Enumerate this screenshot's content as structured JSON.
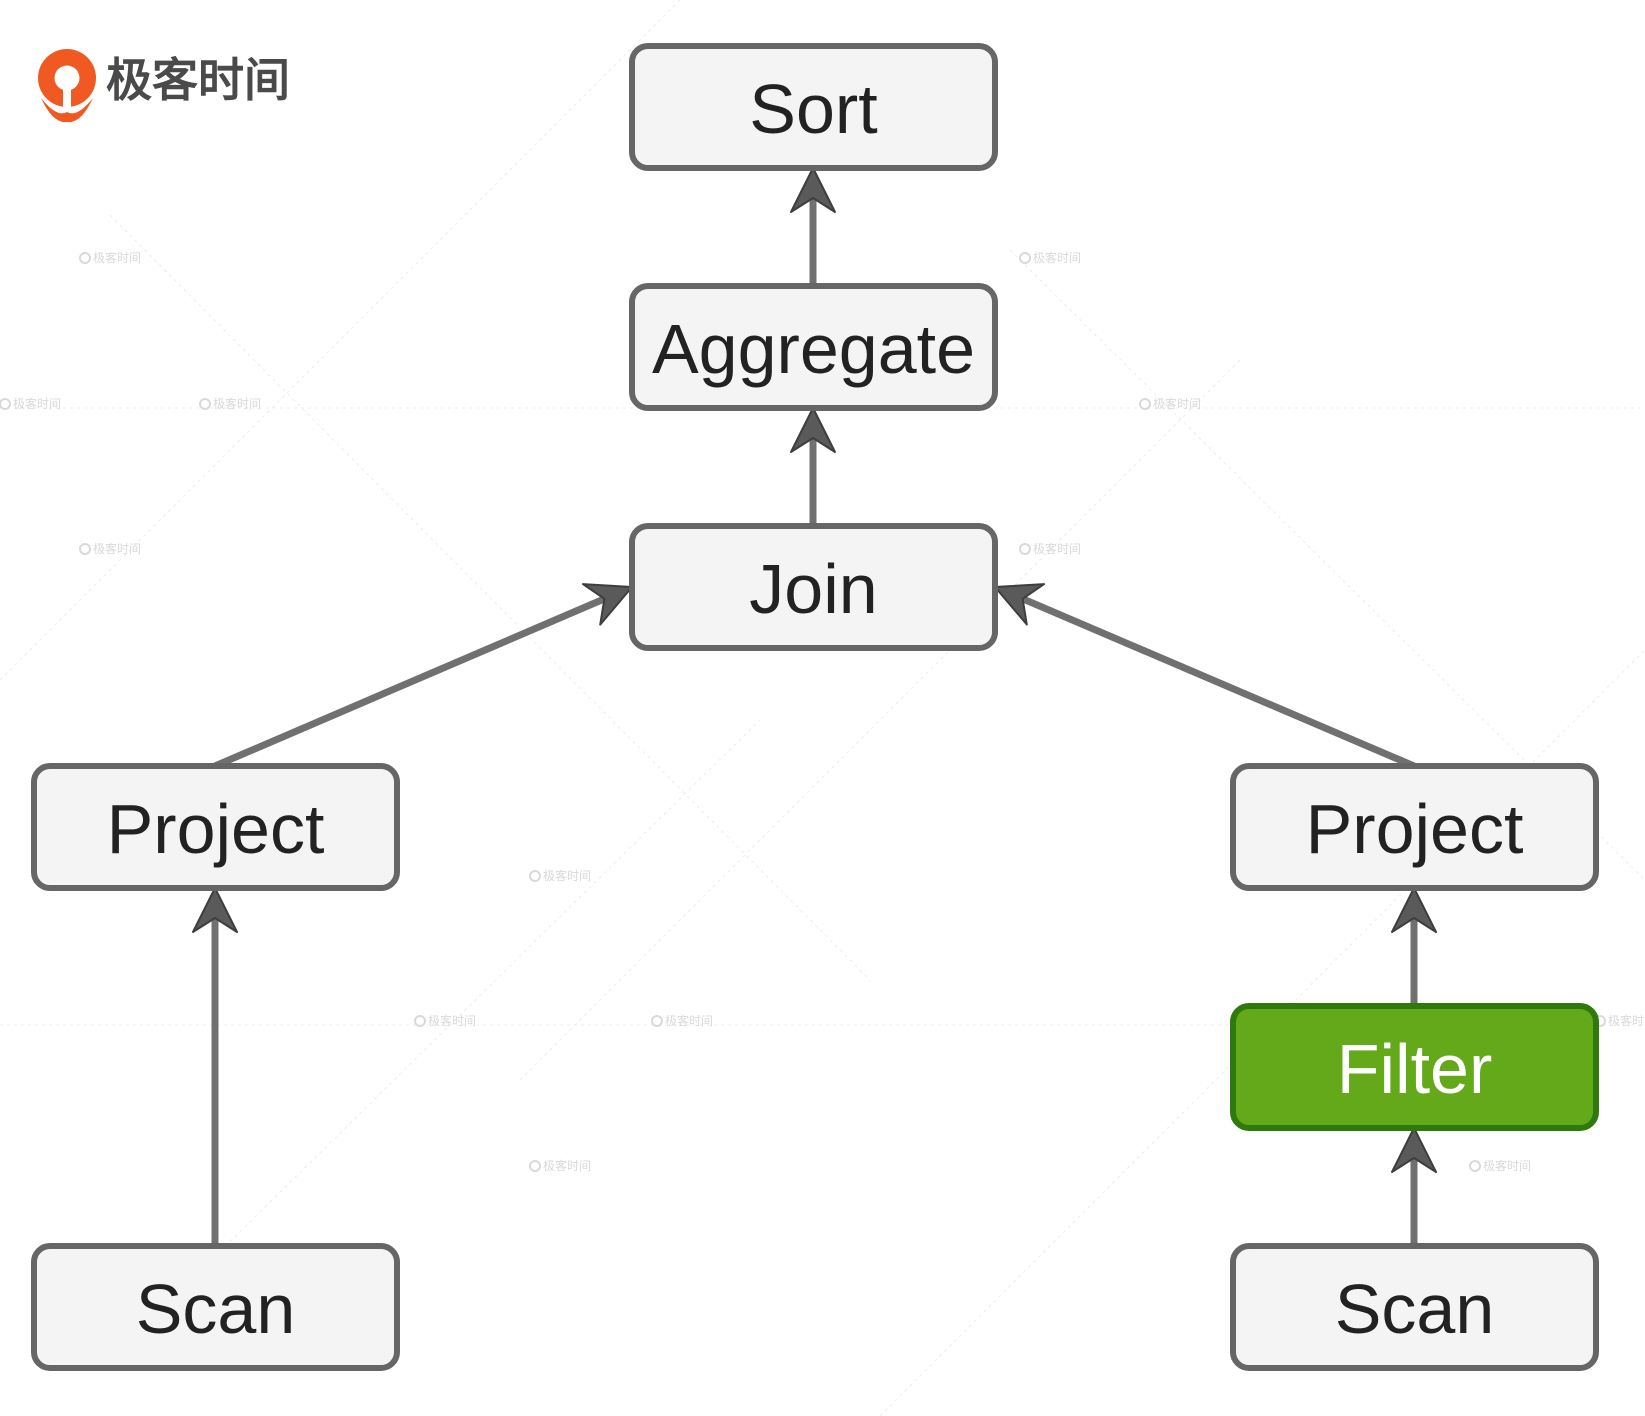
{
  "logo": {
    "text": "极客时间",
    "brand_color": "#f05a22",
    "icon": "geektime-logo-icon"
  },
  "watermark": {
    "text": "极客时间"
  },
  "colors": {
    "node_fill": "#f4f4f4",
    "node_border": "#666666",
    "highlight_fill": "#63a91a",
    "highlight_border": "#2f7a0c",
    "edge": "#707070"
  },
  "nodes": [
    {
      "id": "sort",
      "label": "Sort"
    },
    {
      "id": "aggregate",
      "label": "Aggregate"
    },
    {
      "id": "join",
      "label": "Join"
    },
    {
      "id": "project-left",
      "label": "Project"
    },
    {
      "id": "project-right",
      "label": "Project"
    },
    {
      "id": "filter",
      "label": "Filter",
      "highlight": true
    },
    {
      "id": "scan-left",
      "label": "Scan"
    },
    {
      "id": "scan-right",
      "label": "Scan"
    }
  ],
  "edges": [
    {
      "from": "aggregate",
      "to": "sort"
    },
    {
      "from": "join",
      "to": "aggregate"
    },
    {
      "from": "project-left",
      "to": "join"
    },
    {
      "from": "project-right",
      "to": "join"
    },
    {
      "from": "scan-left",
      "to": "project-left"
    },
    {
      "from": "filter",
      "to": "project-right"
    },
    {
      "from": "scan-right",
      "to": "filter"
    }
  ]
}
